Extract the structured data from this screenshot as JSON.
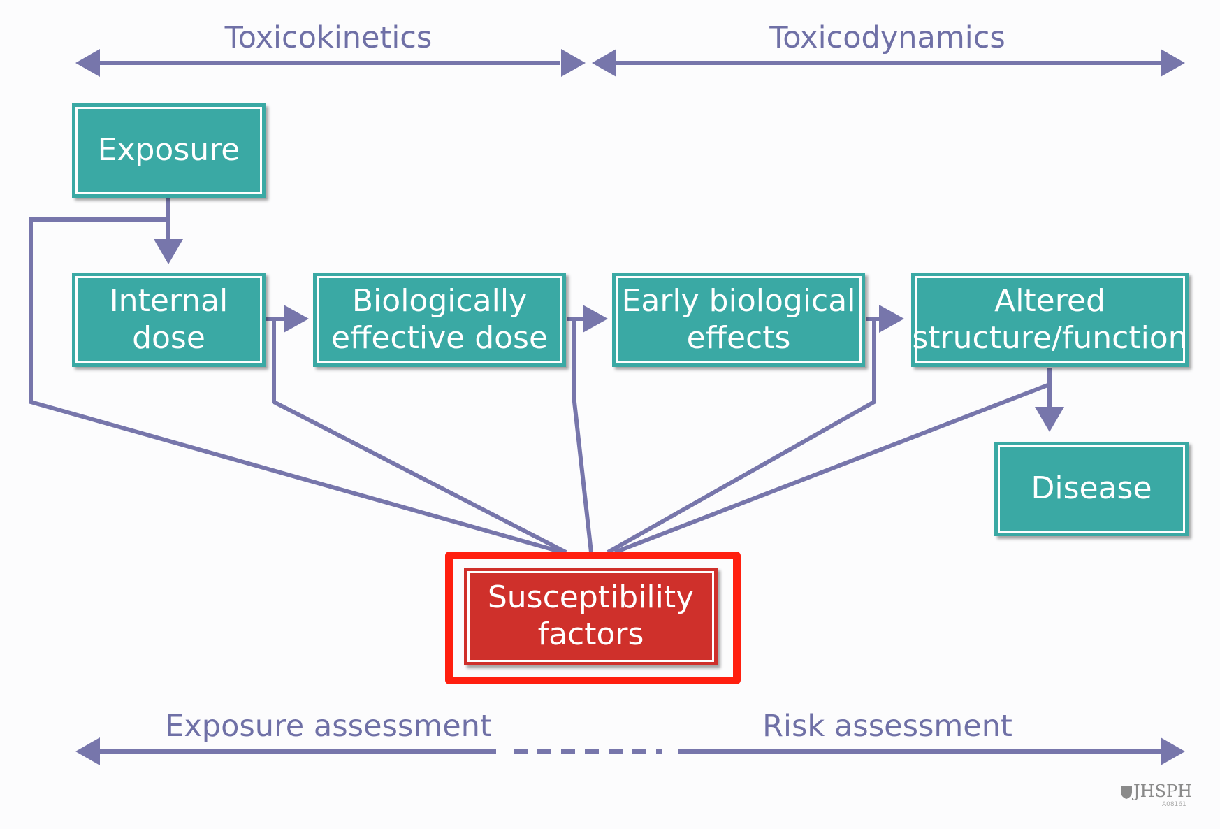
{
  "top_axis": {
    "left_label": "Toxicokinetics",
    "right_label": "Toxicodynamics"
  },
  "boxes": {
    "exposure": [
      "Exposure"
    ],
    "internal_dose": [
      "Internal",
      "dose"
    ],
    "biologically_effective_dose": [
      "Biologically",
      "effective dose"
    ],
    "early_biological_effects": [
      "Early biological",
      "effects"
    ],
    "altered_structure_function": [
      "Altered",
      "structure/function"
    ],
    "disease": [
      "Disease"
    ],
    "susceptibility_factors": [
      "Susceptibility",
      "factors"
    ]
  },
  "bottom_axis": {
    "left_label": "Exposure assessment",
    "right_label": "Risk assessment"
  },
  "logo": {
    "text": "JHSPH",
    "code": "A08161"
  },
  "colors": {
    "box_teal": "#3aa9a4",
    "box_red": "#cf302b",
    "arrow": "#7776ab",
    "highlight": "#ff1f0f",
    "label": "#6f70a6"
  }
}
